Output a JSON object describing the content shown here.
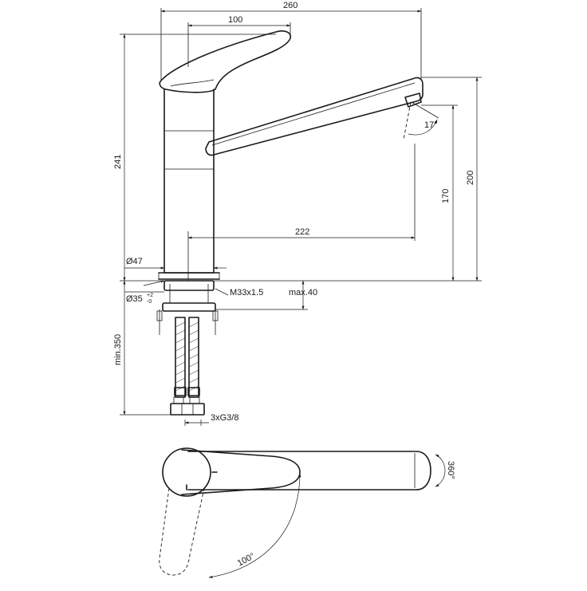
{
  "dimensions": {
    "overall_width": "260",
    "handle_reach": "100",
    "overall_height": "241",
    "spout_height": "200",
    "outlet_height": "170",
    "spout_reach": "222",
    "body_diameter": "Ø47",
    "hole_diameter": "Ø35",
    "hole_tolerance_top": "+2",
    "hole_tolerance_bottom": "-0",
    "thread": "M33x1.5",
    "max_deck": "max.40",
    "min_hose": "min.350",
    "connections": "3xG3/8",
    "aerator_angle": "17°",
    "handle_rotation": "100°",
    "spout_rotation": "360°"
  }
}
